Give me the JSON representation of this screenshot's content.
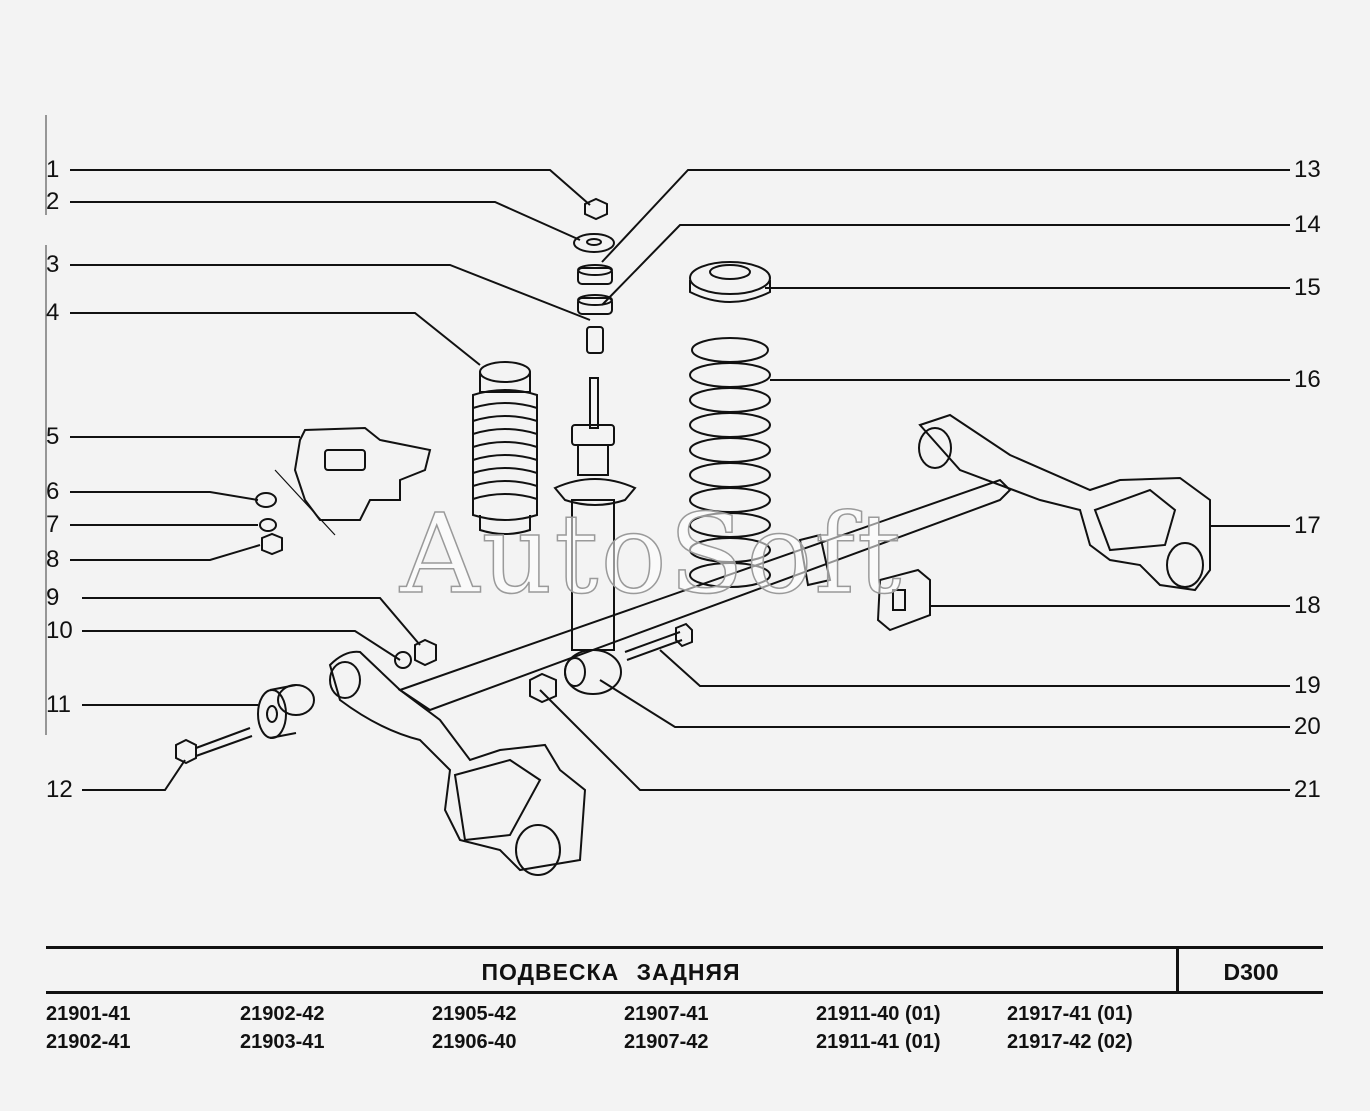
{
  "title": "ПОДВЕСКА   ЗАДНЯЯ",
  "code": "D300",
  "watermark": "AutoSoft",
  "callouts_left": [
    "1",
    "2",
    "3",
    "4",
    "5",
    "6",
    "7",
    "8",
    "9",
    "10",
    "11",
    "12"
  ],
  "callouts_right": [
    "13",
    "14",
    "15",
    "16",
    "17",
    "18",
    "19",
    "20",
    "21"
  ],
  "models": [
    [
      "21901-41",
      "21902-41"
    ],
    [
      "21902-42",
      "21903-41"
    ],
    [
      "21905-42",
      "21906-40"
    ],
    [
      "21907-41",
      "21907-42"
    ],
    [
      "21911-40 (01)",
      "21911-41 (01)"
    ],
    [
      "21917-41 (01)",
      "21917-42 (02)"
    ]
  ]
}
